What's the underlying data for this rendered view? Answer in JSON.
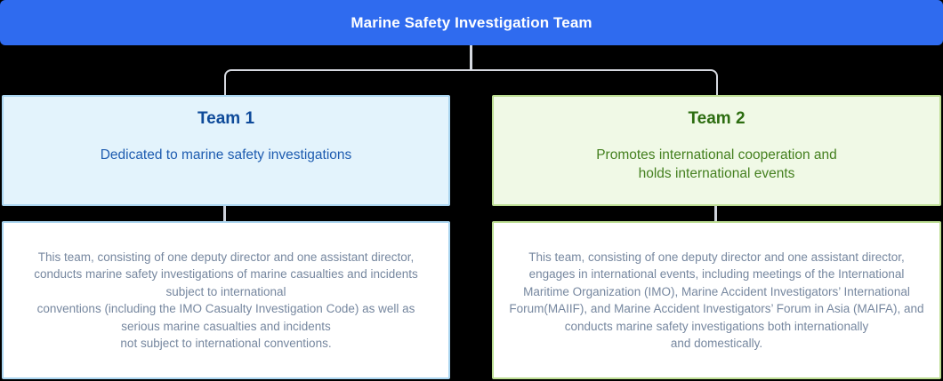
{
  "page": {
    "background_color": "#000000",
    "connector_color": "#d6d9e0"
  },
  "header": {
    "title": "Marine Safety Investigation Team",
    "bg_color": "#2f6bef",
    "text_color": "#ffffff"
  },
  "team1": {
    "title": "Team 1",
    "subtitle": "Dedicated to marine safety investigations",
    "bg_color": "#e3f3fc",
    "border_color": "#aad5f0",
    "title_color": "#0e4a9a",
    "subtitle_color": "#1e5cb0",
    "description_lines": [
      "This team, consisting of one deputy director and one assistant director,",
      "conducts marine safety investigations of marine casualties and incidents",
      "subject to international",
      "conventions (including the IMO Casualty Investigation Code) as well as",
      "serious marine casualties and incidents",
      "not subject to international conventions."
    ]
  },
  "team2": {
    "title": "Team 2",
    "subtitle_lines": [
      "Promotes international cooperation and",
      "holds international events"
    ],
    "bg_color": "#f0f9e6",
    "border_color": "#bcdd92",
    "title_color": "#2c6d10",
    "subtitle_color": "#44801f",
    "description_lines": [
      "This team, consisting of one deputy director and one assistant director,",
      "engages in international events, including meetings of the International",
      "Maritime Organization (IMO), Marine Accident Investigators’ International",
      "Forum(MAIIF), and Marine Accident Investigators’ Forum in Asia (MAIFA), and",
      "conducts marine safety investigations both internationally",
      "and domestically."
    ]
  },
  "description_text_color": "#76879f"
}
